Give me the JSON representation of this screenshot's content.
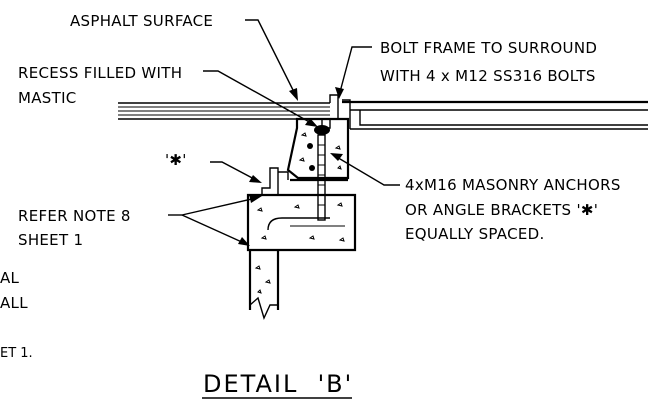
{
  "labels": {
    "asphalt_surface": "ASPHALT SURFACE",
    "bolt_frame_line1": "BOLT FRAME TO SURROUND",
    "bolt_frame_line2": "WITH 4 x M12 SS316 BOLTS",
    "recess_line1": "RECESS FILLED WITH",
    "recess_line2": "MASTIC",
    "bracket_marker": "'✱'",
    "anchors_line1": "4xM16 MASONRY ANCHORS",
    "anchors_line2": "OR ANGLE BRACKETS '✱'",
    "anchors_line3": "EQUALLY SPACED.",
    "refer_line1": "REFER NOTE 8",
    "refer_line2": "SHEET 1",
    "cut_text_1": "AL",
    "cut_text_2": "ALL",
    "cut_text_3": "ET 1."
  },
  "title": "DETAIL  'B'"
}
